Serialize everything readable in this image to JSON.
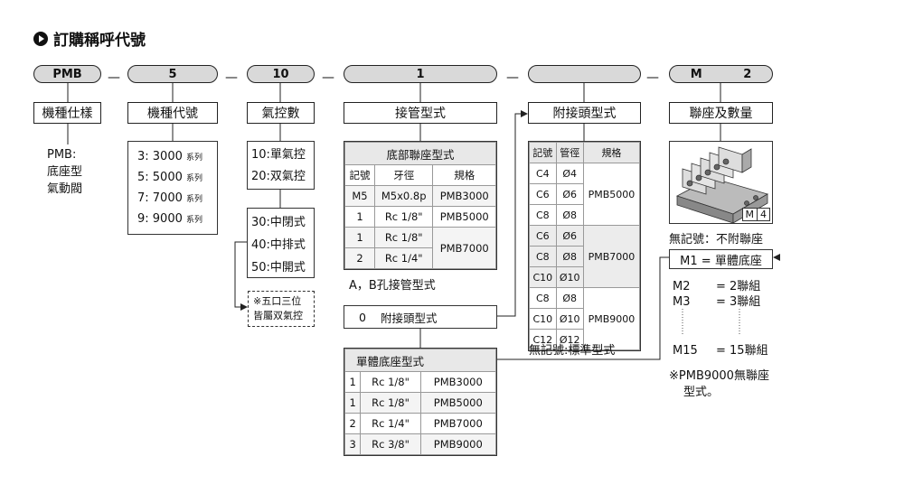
{
  "title": "訂購稱呼代號",
  "codes": {
    "c1": "PMB",
    "c2": "5",
    "c3": "10",
    "c4": "1",
    "c5": "",
    "c6a": "M",
    "c6b": "2"
  },
  "labels": {
    "l1": "機種仕樣",
    "l2": "機種代號",
    "l3": "氣控數",
    "l4": "接管型式",
    "l5": "附接頭型式",
    "l6": "聯座及數量"
  },
  "spec": [
    "PMB:",
    "底座型",
    "氣動閥"
  ],
  "models": [
    {
      "k": "3: 3000",
      "u": "系列"
    },
    {
      "k": "5: 5000",
      "u": "系列"
    },
    {
      "k": "7: 7000",
      "u": "系列"
    },
    {
      "k": "9: 9000",
      "u": "系列"
    }
  ],
  "air1": [
    "10:單氣控",
    "20:双氣控"
  ],
  "air2": [
    "30:中閉式",
    "40:中排式",
    "50:中開式"
  ],
  "air_note": [
    "※五口三位",
    "皆屬双氣控"
  ],
  "base_tbl": {
    "title": "底部聯座型式",
    "headers": [
      "記號",
      "牙徑",
      "規格"
    ],
    "rows": [
      [
        "M5",
        "M5x0.8p",
        "PMB3000"
      ],
      [
        "1",
        "Rc 1/8\"",
        "PMB5000"
      ],
      [
        "1",
        "Rc 1/8\"",
        "PMB7000"
      ],
      [
        "2",
        "Rc 1/4\"",
        ""
      ]
    ]
  },
  "ab_label": "A，B孔接管型式",
  "fit_row": {
    "k": "0",
    "v": "附接頭型式"
  },
  "single_tbl": {
    "title": "單體底座型式",
    "rows": [
      [
        "1",
        "Rc 1/8\"",
        "PMB3000"
      ],
      [
        "1",
        "Rc 1/8\"",
        "PMB5000"
      ],
      [
        "2",
        "Rc 1/4\"",
        "PMB7000"
      ],
      [
        "3",
        "Rc 3/8\"",
        "PMB9000"
      ]
    ]
  },
  "fit_tbl": {
    "headers": [
      "記號",
      "管徑",
      "規格"
    ],
    "rows": [
      [
        "C4",
        "Ø4"
      ],
      [
        "C6",
        "Ø6"
      ],
      [
        "C8",
        "Ø8"
      ],
      [
        "C6",
        "Ø6"
      ],
      [
        "C8",
        "Ø8"
      ],
      [
        "C10",
        "Ø10"
      ],
      [
        "C8",
        "Ø8"
      ],
      [
        "C10",
        "Ø10"
      ],
      [
        "C12",
        "Ø12"
      ]
    ],
    "specs": [
      "PMB5000",
      "PMB7000",
      "PMB9000"
    ]
  },
  "fit_note": "無記號:標準型式",
  "img_tag": {
    "a": "M",
    "b": "4"
  },
  "mani": {
    "none": "無記號：不附聯座",
    "m1": "M1 = 單體底座",
    "rows": [
      {
        "k": "M2",
        "v": "2聯組"
      },
      {
        "k": "M3",
        "v": "3聯組"
      },
      {
        "k": "M15",
        "v": "15聯組"
      }
    ],
    "note": [
      "※PMB9000無聯座",
      "型式。"
    ]
  }
}
